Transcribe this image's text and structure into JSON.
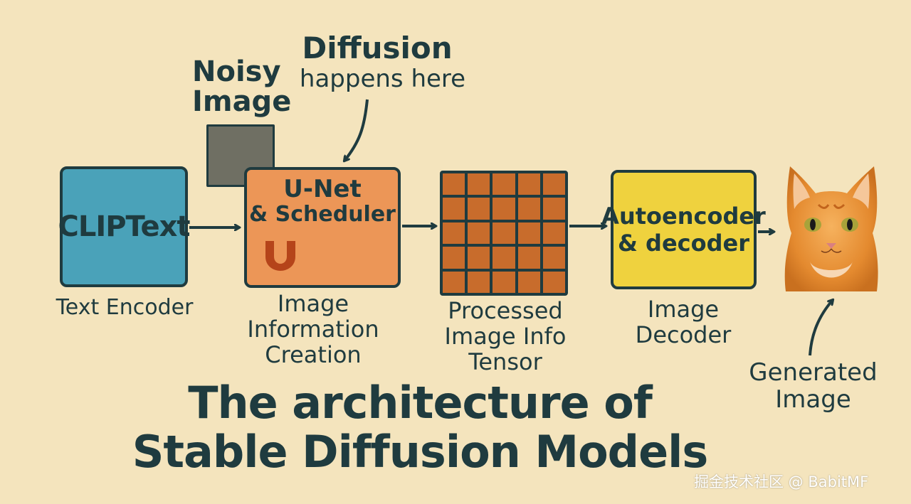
{
  "nodes": {
    "clip": {
      "label": "CLIPText",
      "caption": "Text Encoder",
      "color": "#4aa2b9"
    },
    "noisy_image": {
      "caption": "Noisy\nImage",
      "color": "#6f6f63"
    },
    "diffusion_note": {
      "title": "Diffusion",
      "subtitle": "happens here"
    },
    "unet": {
      "label_line1": "U-Net",
      "label_line2": "& Scheduler",
      "glyph": "U",
      "caption": "Image\nInformation\nCreation",
      "color": "#ec9657"
    },
    "tensor": {
      "caption": "Processed\nImage Info\nTensor",
      "grid_rows": 5,
      "grid_cols": 5,
      "color": "#c86c2c"
    },
    "decoder": {
      "label_line1": "Autoencoder",
      "label_line2": "& decoder",
      "caption": "Image\nDecoder",
      "color": "#efd23e"
    },
    "output": {
      "image": "orange-cat-photo",
      "caption": "Generated\nImage"
    }
  },
  "title": "The architecture of\nStable Diffusion Models",
  "watermark": "掘金技术社区 @ BabitMF",
  "colors": {
    "background": "#f4e4bd",
    "ink": "#1f3b3f"
  }
}
